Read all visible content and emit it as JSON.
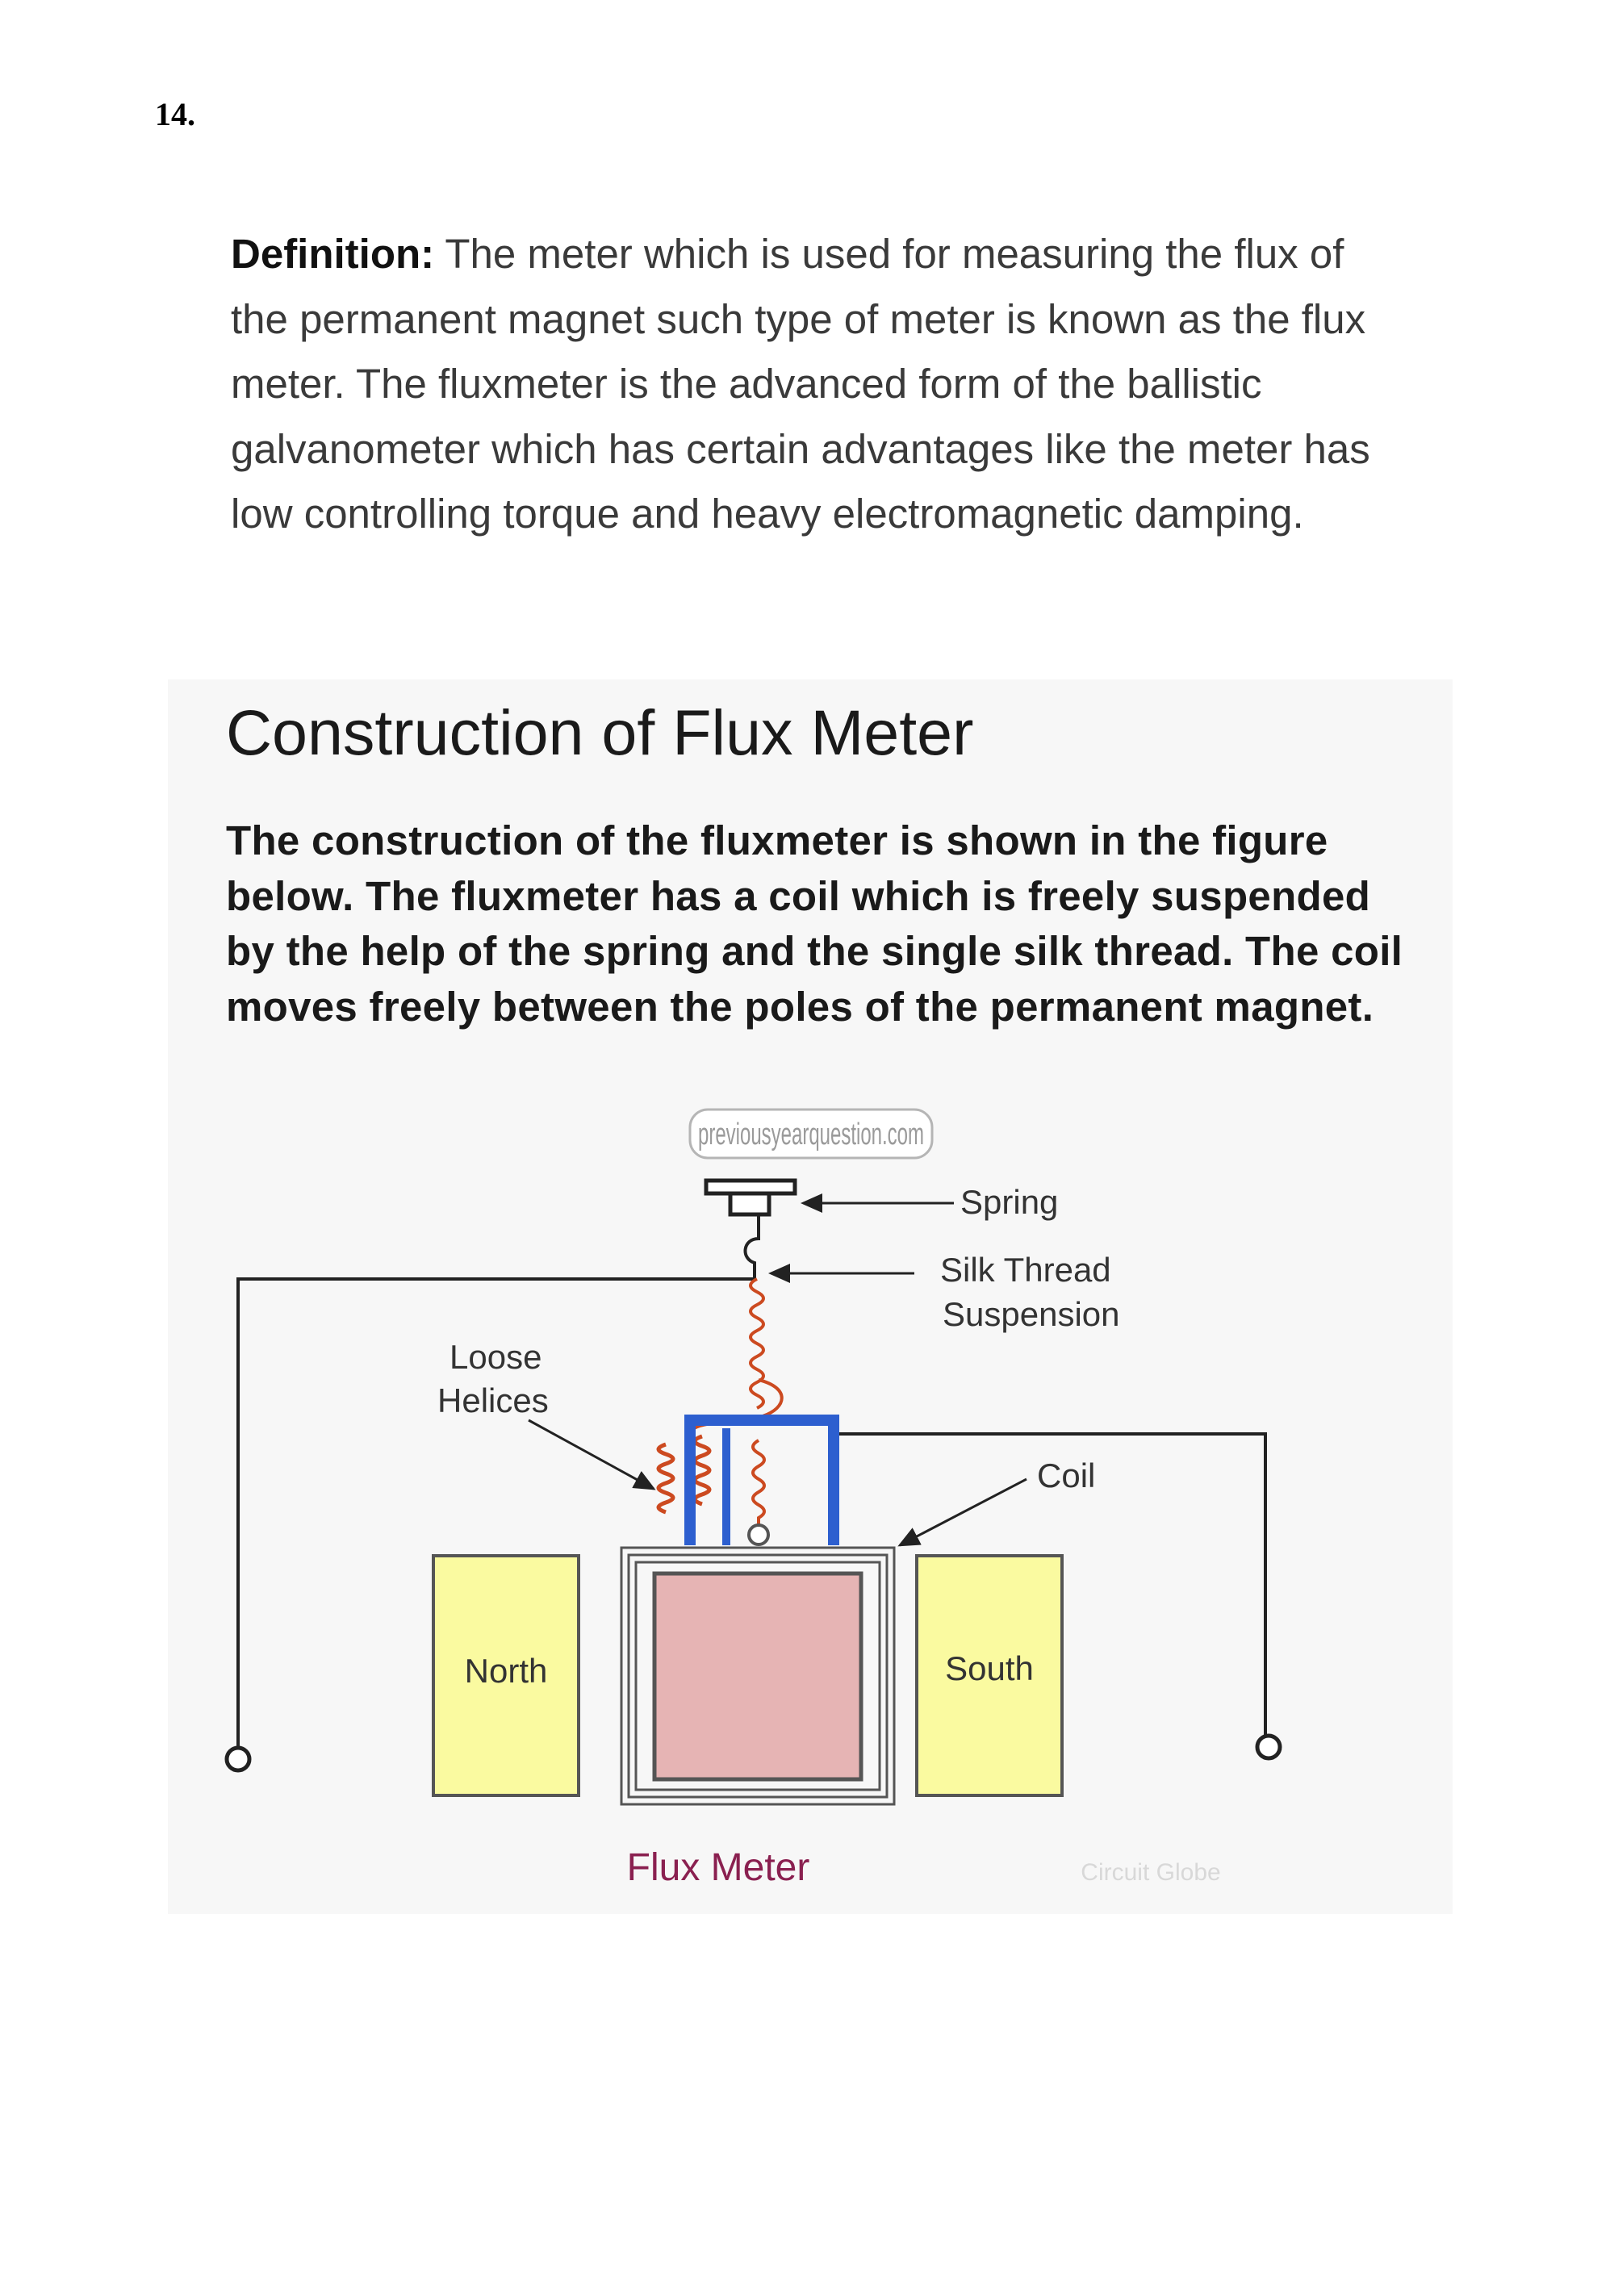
{
  "question_number": "14.",
  "definition": {
    "label": "Definition:",
    "text": " The meter which is used for measuring the flux of the permanent magnet such type of meter is known as the flux meter. The fluxmeter is the advanced form of the ballistic galvanometer which has certain advantages like the meter has low controlling torque and heavy electromagnetic damping."
  },
  "construction": {
    "heading": "Construction of Flux Meter",
    "body": "The construction of the fluxmeter is shown in the figure below. The fluxmeter has a coil which is freely suspended by the help of the spring and the single silk thread. The coil moves freely between the poles of the permanent magnet."
  },
  "diagram": {
    "watermark": "previousyearquestion.com",
    "labels": {
      "spring": "Spring",
      "silk_thread_line1": "Silk Thread",
      "silk_thread_line2": "Suspension",
      "loose_line1": "Loose",
      "loose_line2": "Helices",
      "coil": "Coil",
      "north": "North",
      "south": "South",
      "caption": "Flux Meter",
      "credit": "Circuit Globe"
    },
    "colors": {
      "magnet_fill": "#fafaa0",
      "coil_fill": "#e6b4b4",
      "coil_frame": "#2d5fcf",
      "helix": "#cc4a20",
      "caption": "#8a2050"
    }
  }
}
